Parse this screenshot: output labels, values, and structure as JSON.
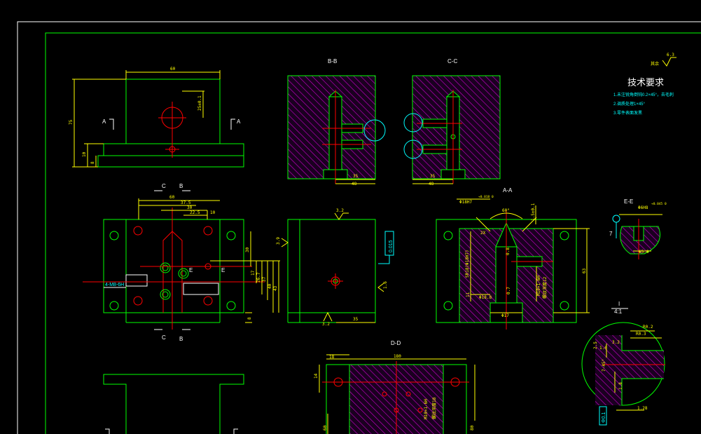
{
  "views": {
    "bb": "B-B",
    "cc": "C-C",
    "aa": "A-A",
    "ee": "E-E",
    "dd": "D-D",
    "i_title": "I",
    "i_scale": "4:1"
  },
  "sections": {
    "a": "A",
    "b": "B",
    "c": "C",
    "e": "E"
  },
  "tech": {
    "title": "技术要求",
    "items": [
      "1.未注锐角倒钝0.2×45°，去毛刺",
      "2.调质处理1×45°",
      "3.零件表面发黑"
    ],
    "roughness": "6.3",
    "roughness_prefix": "其余"
  },
  "dims": {
    "top_width": "60",
    "top_height": "75",
    "top_d1": "10",
    "top_d2": "8",
    "top_hole": "25±0.1",
    "plan_60": "60",
    "plan_375": "37.5",
    "plan_30": "30",
    "plan_225": "22.5",
    "plan_10": "10",
    "plan_30v": "30",
    "plan_17": "17",
    "plan_267": "26.7",
    "plan_37": "37",
    "plan_40": "40",
    "plan_43": "43",
    "plan_8": "8",
    "plan_thread": "4-M8-6H",
    "side_32a": "3.2",
    "side_32b": "3.2",
    "side_39": "3.9",
    "side_flat": "0.015",
    "side_16": "1.6",
    "side_35": "35",
    "bb_35": "35",
    "bb_48": "48",
    "cc_35": "35",
    "cc_48": "48",
    "aa_fit": "Φ18H7",
    "aa_tol": "+0.018 0",
    "aa_60": "60°",
    "aa_15": "1.5±0.1",
    "aa_2x": "2X",
    "aa_sr": "SR18(Φ18H7)",
    "aa_08": "0.8",
    "aa_thread": "M10×1-6H",
    "aa_depth": "螺纹深度12",
    "aa_63": "63",
    "aa_11": "11",
    "aa_188": "Φ18.8",
    "aa_17": "Φ17",
    "aa_07": "0.7",
    "ee_fit": "Φ6H8",
    "ee_tol": "+0.045 0",
    "ee_58": "Φ5.8",
    "ee_7": "7",
    "i_r02": "R0.2",
    "i_r03": "R0.3",
    "i_16": "1.6",
    "i_32": "3.2",
    "i_25": "2.5",
    "i_7": "7-45°",
    "i_18": "1.8",
    "i_128": "1.28",
    "i_tol": "Φ0.1",
    "dd_180": "180",
    "dd_18": "18",
    "dd_14": "14",
    "dd_thread": "M10×1-6H",
    "dd_depth": "螺纹深度18",
    "dd_60": "60",
    "dd_80": "80"
  },
  "colors": {
    "background": "#000000",
    "outline": "#00ff00",
    "dimension": "#ffff00",
    "center": "#ff0000",
    "hatch": "#d000d0",
    "annotation": "#00ffff",
    "border": "#ffffff"
  }
}
